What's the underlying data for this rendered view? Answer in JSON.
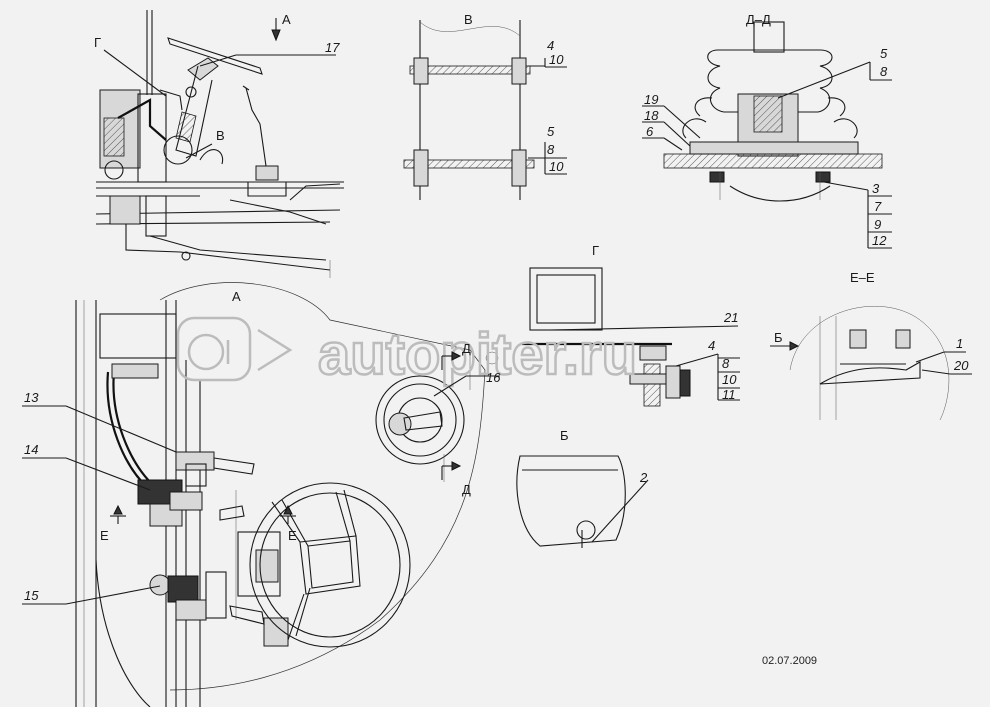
{
  "drawing": {
    "view_labels": {
      "a_arrow": "А",
      "a_view": "А",
      "v_view": "В",
      "g_view": "Г",
      "g_arrow": "Г",
      "b_view": "Б",
      "b_arrow": "Б",
      "dd_section": "Д–Д",
      "d_cut_top": "Д",
      "d_cut_bottom": "Д",
      "ee_section": "Е–Е",
      "e_cut_left": "Е",
      "e_cut_right": "Е",
      "v_pointer": "В"
    },
    "callouts": {
      "p1": "1",
      "p2": "2",
      "p3": "3",
      "p4a": "4",
      "p4b": "4",
      "p5a": "5",
      "p5b": "5",
      "p6": "6",
      "p7": "7",
      "p8a": "8",
      "p8b": "8",
      "p8c": "8",
      "p9": "9",
      "p10a": "10",
      "p10b": "10",
      "p10c": "10",
      "p11": "11",
      "p12": "12",
      "p13": "13",
      "p14": "14",
      "p15": "15",
      "p16": "16",
      "p17": "17",
      "p18": "18",
      "p19": "19",
      "p20": "20",
      "p21": "21"
    },
    "watermark": "autopiter.ru",
    "date": "02.07.2009"
  }
}
